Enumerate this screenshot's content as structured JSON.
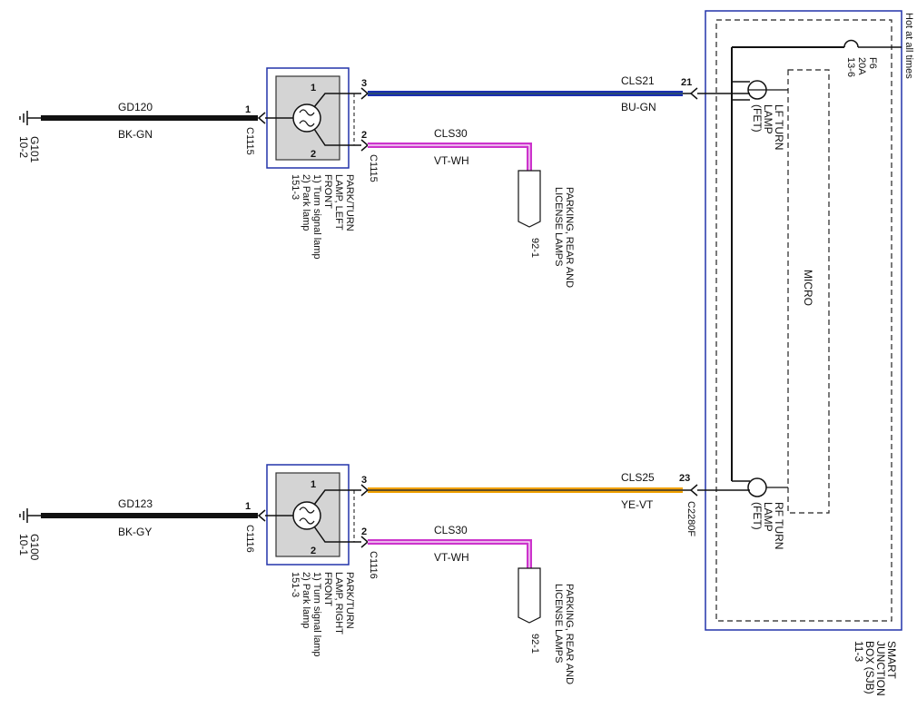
{
  "hot_label": "Hot at all times",
  "fuse": {
    "name": "F6",
    "rating": "20A",
    "ref": "13-6"
  },
  "sjb": {
    "label_lines": [
      "SMART",
      "JUNCTION",
      "BOX (SJB)",
      "11-3"
    ],
    "micro_label": "MICRO",
    "lf_turn_lines": [
      "LF TURN",
      "LAMP",
      "(FET)"
    ],
    "rf_turn_lines": [
      "RF TURN",
      "LAMP",
      "(FET)"
    ]
  },
  "left_lamp": {
    "ground_name": "G101",
    "ground_ref": "10-2",
    "wire_name": "GD120",
    "wire_color": "BK-GN",
    "conn_pin1": "1",
    "conn_left": "C1115",
    "lamp_pin1": "1",
    "lamp_pin2": "2",
    "conn_pin3": "3",
    "conn_pin2": "2",
    "conn_right": "C1115",
    "title_lines": [
      "PARK/TURN",
      "LAMP, LEFT",
      "FRONT",
      "1) Turn signal lamp",
      "2) Park lamp",
      "151-3"
    ],
    "turn_circuit": "CLS21",
    "turn_color": "BU-GN",
    "sjb_pin": "21",
    "park_circuit": "CLS30",
    "park_color": "VT-WH",
    "dest_lines": [
      "PARKING, REAR AND",
      "LICENSE LAMPS"
    ],
    "dest_ref": "92-1"
  },
  "right_lamp": {
    "ground_name": "G100",
    "ground_ref": "10-1",
    "wire_name": "GD123",
    "wire_color": "BK-GY",
    "conn_pin1": "1",
    "conn_left": "C1116",
    "lamp_pin1": "1",
    "lamp_pin2": "2",
    "conn_pin3": "3",
    "conn_pin2": "2",
    "conn_right": "C1116",
    "title_lines": [
      "PARK/TURN",
      "LAMP, RIGHT",
      "FRONT",
      "1) Turn signal lamp",
      "2) Park lamp",
      "151-3"
    ],
    "turn_circuit": "CLS25",
    "turn_color": "YE-VT",
    "sjb_pin": "23",
    "sjb_conn": "C2280F",
    "park_circuit": "CLS30",
    "park_color": "VT-WH",
    "dest_lines": [
      "PARKING, REAR AND",
      "LICENSE LAMPS"
    ],
    "dest_ref": "92-1"
  },
  "colors": {
    "wire_black": "#111111",
    "wire_blue": "#1a2fb0",
    "wire_violet": "#cc33cc",
    "wire_yellow": "#f0a000",
    "box_blue": "#2233aa"
  }
}
